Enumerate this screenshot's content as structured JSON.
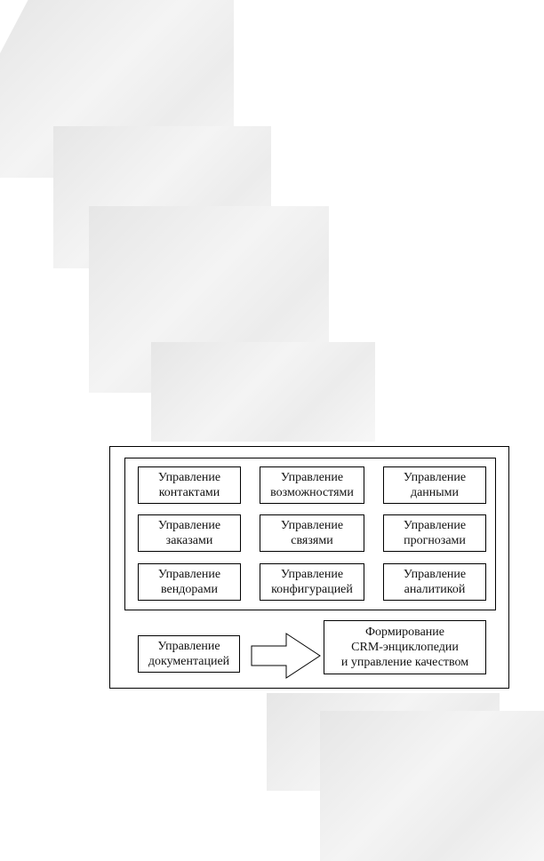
{
  "diagram": {
    "grid": [
      [
        "Управление\nконтактами",
        "Управление\nвозможностями",
        "Управление\nданными"
      ],
      [
        "Управление\nзаказами",
        "Управление\nсвязями",
        "Управление\nпрогнозами"
      ],
      [
        "Управление\nвендорами",
        "Управление\nконфигурацией",
        "Управление\nаналитикой"
      ]
    ],
    "source_box": "Управление\nдокументацией",
    "target_box": "Формирование\nCRM-энциклопедии\nи управление качеством"
  }
}
